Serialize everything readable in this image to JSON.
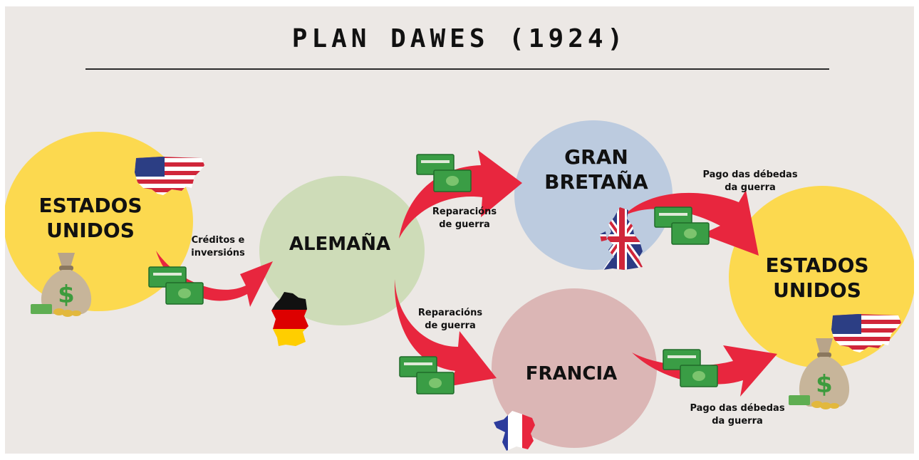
{
  "title": "PLAN DAWES (1924)",
  "nodes": {
    "usa_left": {
      "line1": "ESTADOS",
      "line2": "UNIDOS"
    },
    "germany": {
      "label": "ALEMAÑA"
    },
    "britain": {
      "line1": "GRAN",
      "line2": "BRETAÑA"
    },
    "france": {
      "label": "FRANCIA"
    },
    "usa_right": {
      "line1": "ESTADOS",
      "line2": "UNIDOS"
    }
  },
  "flows": {
    "usa_to_germany": {
      "line1": "Créditos e",
      "line2": "inversións"
    },
    "germany_to_britain": {
      "line1": "Reparacións",
      "line2": "de guerra"
    },
    "germany_to_france": {
      "line1": "Reparacións",
      "line2": "de guerra"
    },
    "britain_to_usa": {
      "line1": "Pago das débedas",
      "line2": "da guerra"
    },
    "france_to_usa": {
      "line1": "Pago das débedas",
      "line2": "da guerra"
    }
  },
  "icons": [
    "usa-flag-map-icon",
    "germany-flag-map-icon",
    "uk-flag-map-icon",
    "france-flag-map-icon",
    "money-bag-icon",
    "banknote-stack-icon"
  ],
  "colors": {
    "background": "#ece8e5",
    "usa": "#fcd94f",
    "germany": "#cedcb8",
    "britain": "#bccbdf",
    "france": "#dbb6b5",
    "arrow": "#e8263e",
    "money": "#3a9d45"
  }
}
